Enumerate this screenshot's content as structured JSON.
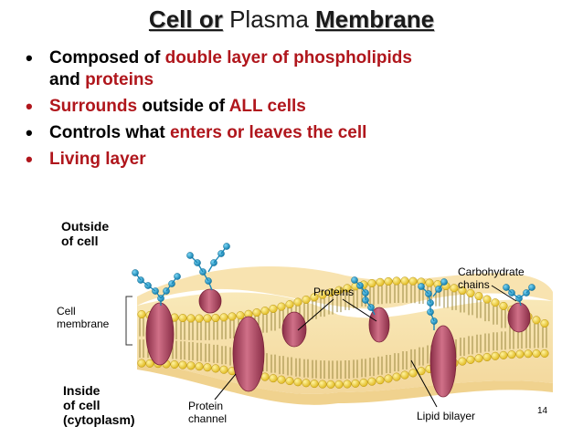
{
  "title": {
    "part1": "Cell or",
    "part2": "Plasma",
    "part3": "Membrane"
  },
  "bullets": [
    {
      "segments": [
        {
          "text": "Composed of ",
          "color": "black"
        },
        {
          "text": "double layer of phospholipids",
          "color": "red"
        }
      ]
    },
    {
      "segments": [
        {
          "text": "and ",
          "color": "black"
        },
        {
          "text": "proteins",
          "color": "red"
        }
      ],
      "continuation": true
    },
    {
      "segments": [
        {
          "text": "Surrounds",
          "color": "red"
        },
        {
          "text": " outside of ",
          "color": "black"
        },
        {
          "text": "ALL cells",
          "color": "red"
        }
      ],
      "bullet_color": "red"
    },
    {
      "segments": [
        {
          "text": "Controls what ",
          "color": "black"
        },
        {
          "text": "enters or leaves the cell",
          "color": "red"
        }
      ]
    },
    {
      "segments": [
        {
          "text": "Living layer",
          "color": "red"
        }
      ],
      "bullet_color": "red"
    }
  ],
  "diagram": {
    "labels": {
      "outside": "Outside\nof cell",
      "cell_membrane": "Cell\nmembrane",
      "inside": "Inside\nof cell\n(cytoplasm)",
      "proteins": "Proteins",
      "carbohydrate": "Carbohydrate\nchains",
      "protein_channel": "Protein\nchannel",
      "lipid_bilayer": "Lipid bilayer"
    },
    "colors": {
      "membrane_band": "#f7dfa6",
      "lipid_head": "#f2d23a",
      "lipid_tail": "#8a7a3a",
      "protein": "#b5455f",
      "carb": "#1b9fd1"
    }
  },
  "page_number": "14",
  "colors": {
    "accent_red": "#b0161c"
  }
}
